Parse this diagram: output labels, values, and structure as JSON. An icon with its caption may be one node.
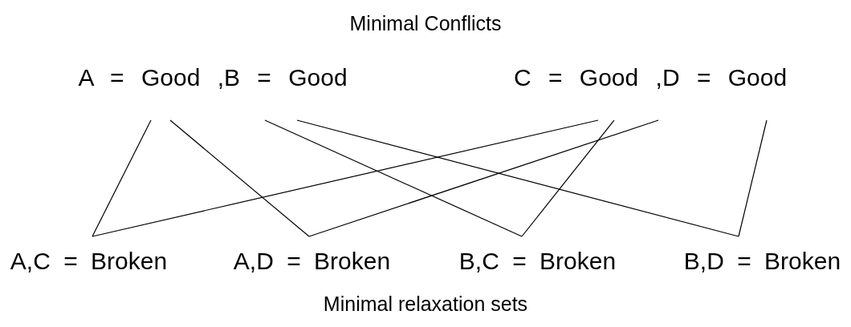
{
  "diagram": {
    "title": "Minimal Conflicts",
    "caption": "Minimal relaxation sets",
    "nodes": [
      {
        "text": [
          "A = Good ,B = Good"
        ]
      },
      {
        "text": [
          "C = Good ,D = Good"
        ]
      },
      {
        "text": [
          "A,C = Broken"
        ]
      },
      {
        "text": [
          "A,D = Broken"
        ]
      },
      {
        "text": [
          "B,C = Broken"
        ]
      },
      {
        "text": [
          "B,D = Broken"
        ]
      }
    ],
    "edges": [
      {
        "from": 0,
        "to": 2,
        "arrow": "none"
      },
      {
        "from": 0,
        "to": 3,
        "arrow": "none"
      },
      {
        "from": 0,
        "to": 4,
        "arrow": "none"
      },
      {
        "from": 0,
        "to": 5,
        "arrow": "none"
      },
      {
        "from": 1,
        "to": 2,
        "arrow": "none"
      },
      {
        "from": 1,
        "to": 3,
        "arrow": "none"
      },
      {
        "from": 1,
        "to": 4,
        "arrow": "none"
      },
      {
        "from": 1,
        "to": 5,
        "arrow": "none"
      }
    ]
  }
}
